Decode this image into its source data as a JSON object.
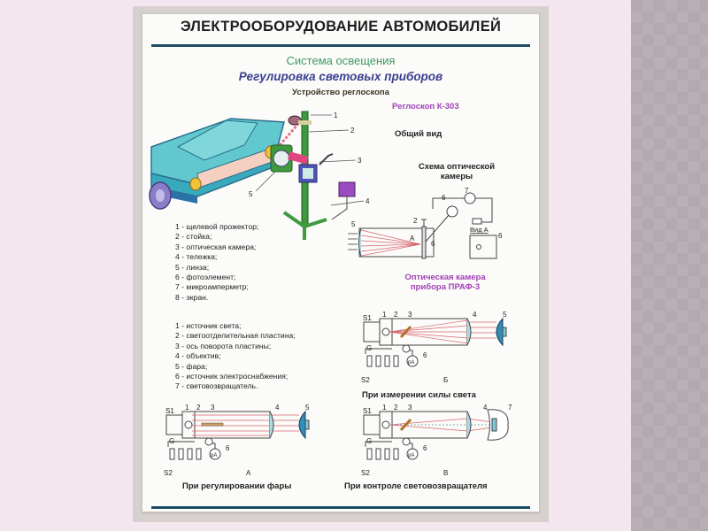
{
  "poster": {
    "title": "ЭЛЕКТРООБОРУДОВАНИЕ АВТОМОБИЛЕЙ",
    "subtitle_system": "Система освещения",
    "subtitle_topic": "Регулировка световых приборов",
    "subtitle_section": "Устройство реглоскопа",
    "device_name": "Реглоскоп К-303",
    "general_view_label": "Общий вид",
    "optical_scheme_label": "Схема оптической камеры",
    "view_a_label": "Вид А",
    "praf_label_line1": "Оптическая камера",
    "praf_label_line2": "прибора  ПРАФ-3"
  },
  "colors": {
    "title_rule": "#1c4a63",
    "system_green": "#3e9a64",
    "topic_blue": "#3a3f8f",
    "accent_purple": "#a03fb5",
    "beam_red": "#d9636e"
  },
  "legend_k303": [
    "1 - щелевой прожектор;",
    "2 - стойка;",
    "3 - оптическая камера;",
    "4 - тележка;",
    "5 - линза;",
    "6 - фотоэлемент;",
    "7 - микроамперметр;",
    "8 - экран."
  ],
  "legend_praf": [
    "1 - источник света;",
    "2 - светоотделительная пластина;",
    "3 - ось поворота пластины;",
    "4 - объектив;",
    "5 - фара;",
    "6 - источник электроснабжения;",
    "7 - световозвращатель."
  ],
  "callouts_general": [
    "1",
    "2",
    "3",
    "4",
    "5"
  ],
  "callouts_scheme": [
    "2",
    "5",
    "6",
    "6",
    "7",
    "6"
  ],
  "modes": {
    "b": {
      "letter": "Б",
      "caption": "При измерении силы света"
    },
    "a": {
      "letter": "А",
      "caption": "При регулировании фары"
    },
    "v": {
      "letter": "В",
      "caption": "При контроле световозвращателя"
    }
  },
  "schematic_labels": {
    "s1": "S1",
    "s2": "S2",
    "g": "G",
    "ammeter": "pA",
    "arrow_a": "A"
  }
}
